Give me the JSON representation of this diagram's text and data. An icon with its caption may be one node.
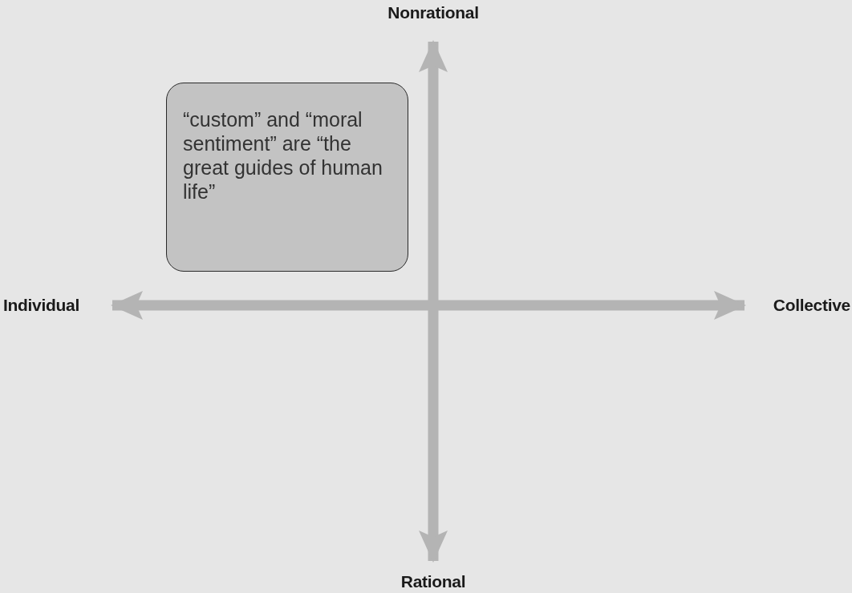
{
  "diagram": {
    "nodes": [
      {
        "text": [
          "Nonrational"
        ]
      },
      {
        "text": [
          "Individual"
        ]
      },
      {
        "text": [
          "Collective"
        ]
      },
      {
        "text": [
          "Rational"
        ]
      },
      {
        "text": [
          "“custom” and “moral sentiment” are “the great guides of human life”"
        ]
      }
    ],
    "edges": [
      {
        "from": 0,
        "to": 3,
        "arrow": "both"
      },
      {
        "from": 1,
        "to": 2,
        "arrow": "both"
      }
    ]
  }
}
